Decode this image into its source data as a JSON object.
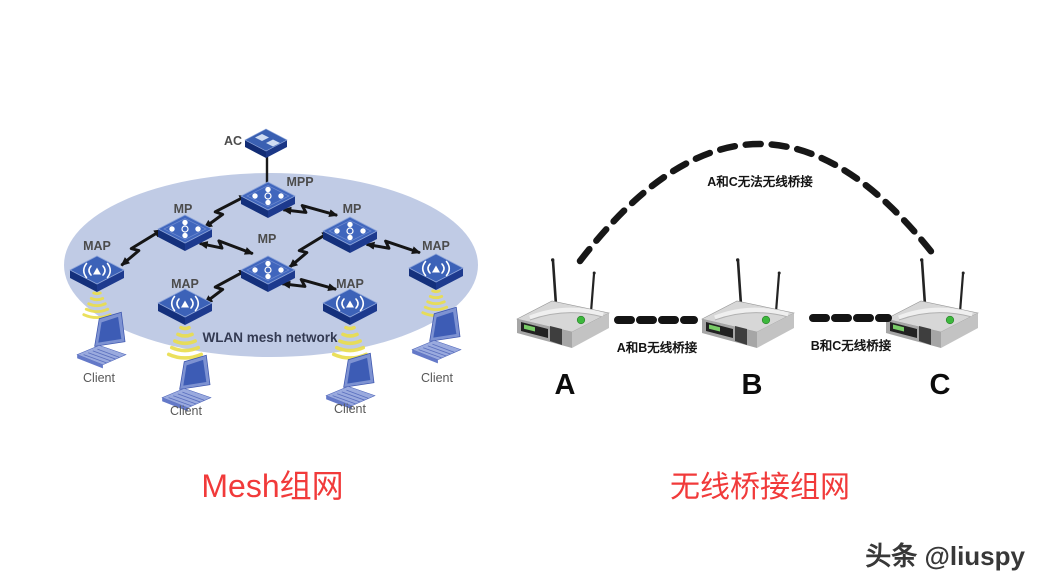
{
  "left_diagram": {
    "caption": "Mesh组网",
    "area_label": "WLAN mesh network",
    "node_labels": {
      "ac": "AC",
      "mpp": "MPP",
      "mp": "MP",
      "map": "MAP"
    },
    "client_label": "Client"
  },
  "right_diagram": {
    "caption": "无线桥接组网",
    "arc_label": "A和C无法无线桥接",
    "link_ab_label": "A和B无线桥接",
    "link_bc_label": "B和C无线桥接",
    "router_labels": [
      "A",
      "B",
      "C"
    ]
  },
  "watermark": "头条 @liuspy",
  "colors": {
    "caption_red": "#f13a3a",
    "mesh_area_fill": "#c0cbe5",
    "node_blue": "#4066bd",
    "node_side_blue": "#14307c",
    "beam_yellow": "#e9dd4e",
    "link_black": "#151515",
    "router_gray": "#d7d7d7"
  }
}
